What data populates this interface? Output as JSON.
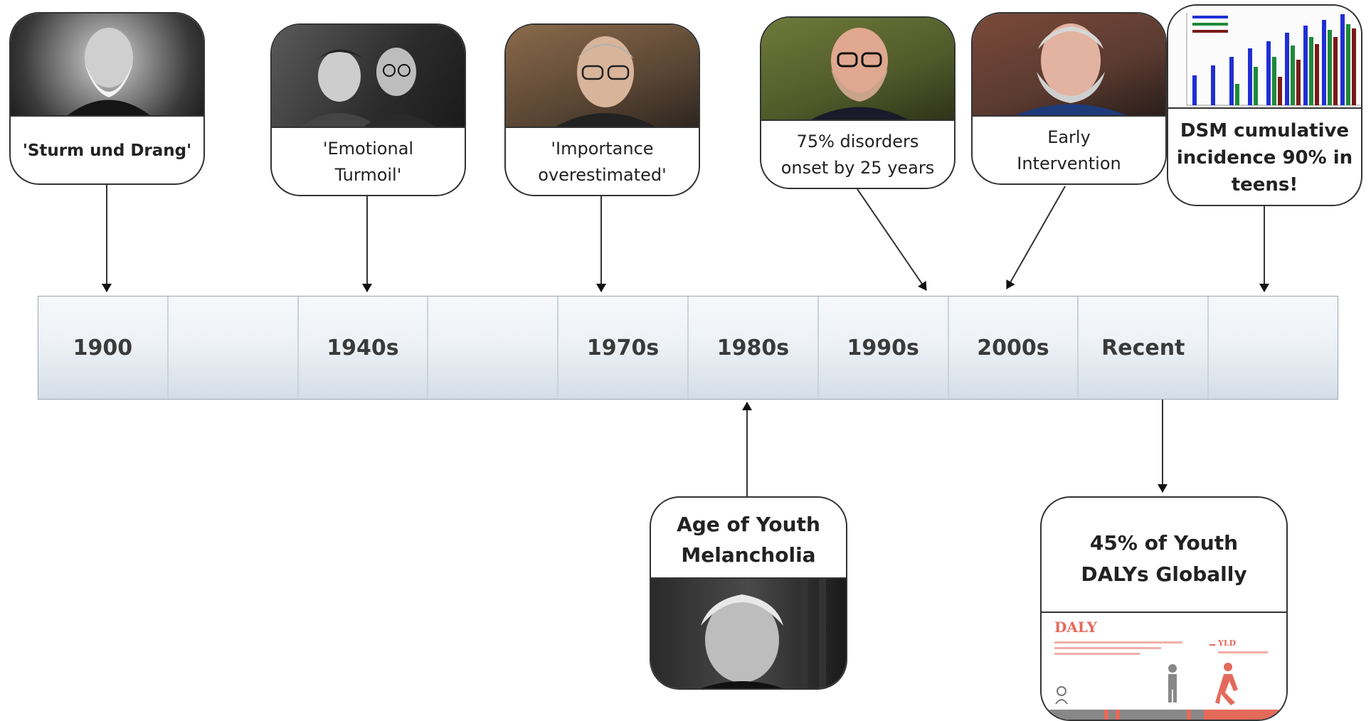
{
  "timeline": {
    "segments": [
      "1900",
      "",
      "1940s",
      "",
      "1970s",
      "1980s",
      "1990s",
      "2000s",
      "Recent",
      ""
    ]
  },
  "cards": {
    "sturm": {
      "caption": "'Sturm und Drang'"
    },
    "emotional": {
      "line1": "'Emotional",
      "line2": "Turmoil'"
    },
    "importance": {
      "line1": "'Importance",
      "line2": "overestimated'"
    },
    "disorders": {
      "line1": "75% disorders",
      "line2": "onset by 25 years"
    },
    "early": {
      "line1": "Early",
      "line2": "Intervention"
    },
    "dsm": {
      "line1": "DSM cumulative",
      "line2": "incidence 90% in",
      "line3": "teens!"
    },
    "melancholia": {
      "line1": "Age of Youth",
      "line2": "Melancholia"
    },
    "dalys": {
      "line1": "45% of Youth",
      "line2": "DALYs Globally",
      "daly_label": "DALY",
      "yld_label": "YLD"
    }
  },
  "colors": {
    "bar_blue": "#1f2fd4",
    "bar_green": "#1e8a3a",
    "bar_darkred": "#7a1a1a",
    "daly_accent": "#e46a5a"
  }
}
